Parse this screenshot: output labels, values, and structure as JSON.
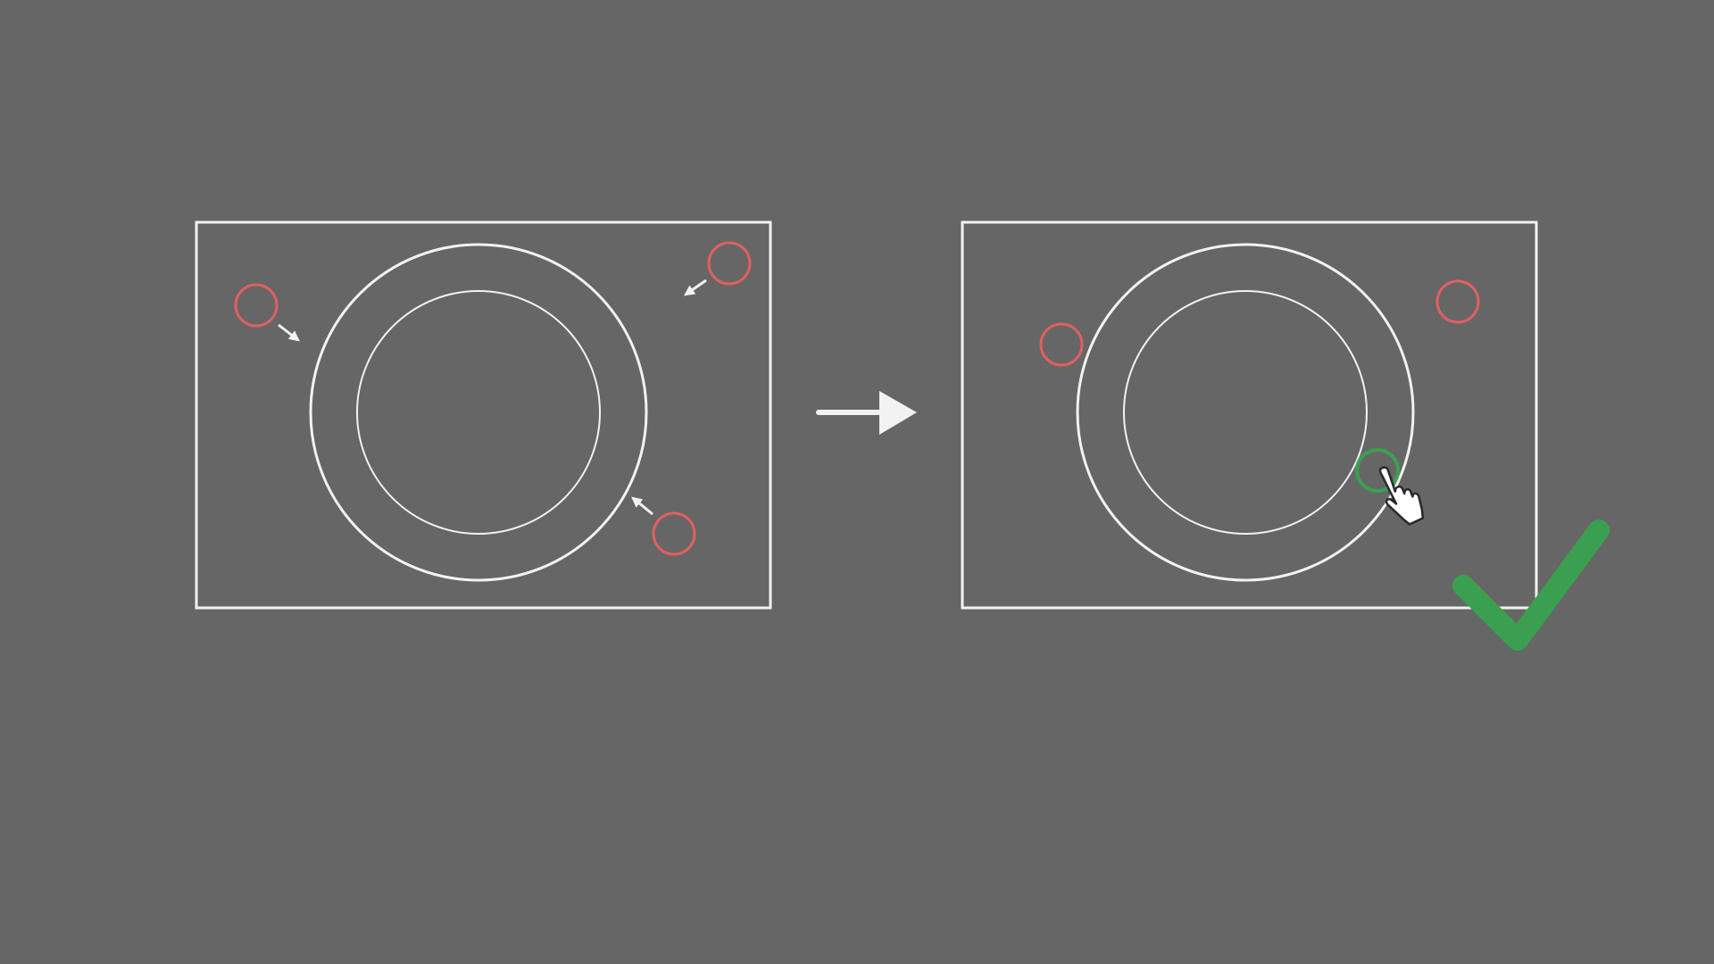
{
  "colors": {
    "background": "#666666",
    "outline": "#f2f2f2",
    "target_red": "#e06060",
    "target_green": "#3aa050",
    "check_green": "#3aa050",
    "hand_fill": "#ffffff",
    "hand_stroke": "#2a2a2a"
  },
  "icons": {
    "before_panel": "frame-with-rings",
    "after_panel": "frame-with-rings",
    "transition": "right-arrow-icon",
    "cursor": "pointing-hand-icon",
    "success": "checkmark-icon"
  },
  "before": {
    "targets": [
      {
        "state": "off-ring",
        "color": "red",
        "moving_toward_ring": true
      },
      {
        "state": "off-ring",
        "color": "red",
        "moving_toward_ring": true
      },
      {
        "state": "off-ring",
        "color": "red",
        "moving_toward_ring": true
      }
    ]
  },
  "after": {
    "targets": [
      {
        "state": "off-ring",
        "color": "red"
      },
      {
        "state": "off-ring",
        "color": "red"
      },
      {
        "state": "on-ring",
        "color": "green",
        "selected": true
      }
    ]
  }
}
